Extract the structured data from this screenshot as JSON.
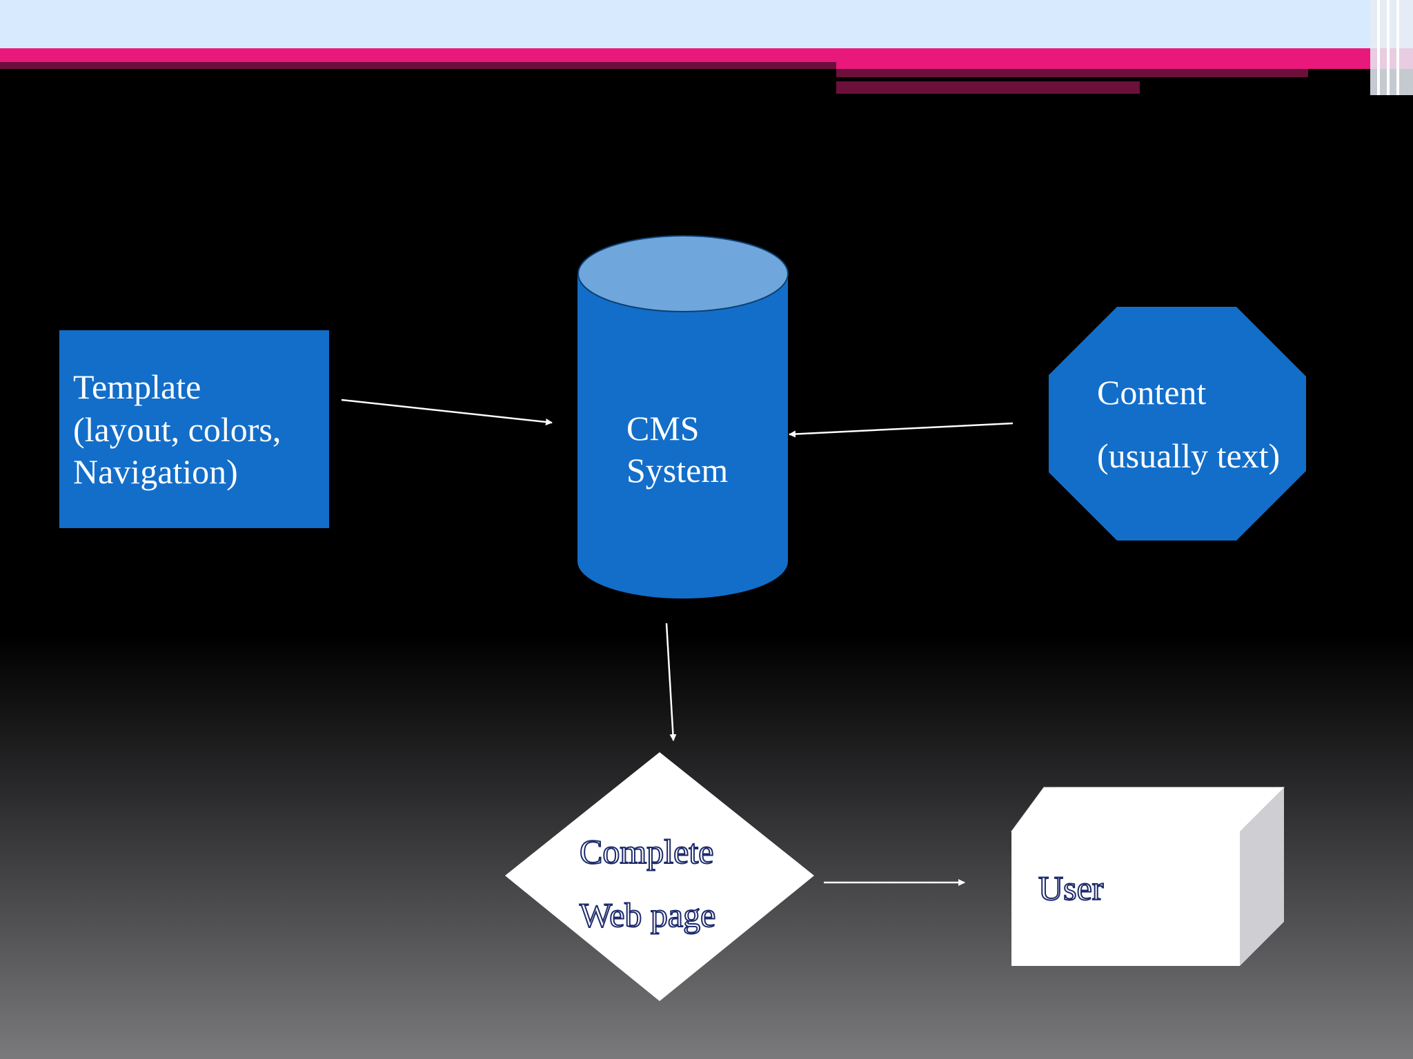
{
  "slide": {
    "colors": {
      "top_band": "#d8eafd",
      "magenta": "#e8197a",
      "maroon": "#6b0f3b",
      "node_blue": "#136ec9",
      "cylinder_top": "#6fa6dc",
      "white": "#ffffff",
      "cube_side": "#cfcfd3"
    }
  },
  "nodes": {
    "template": {
      "lines": [
        "Template",
        "(layout, colors,",
        "Navigation)"
      ]
    },
    "cms": {
      "lines": [
        "CMS",
        "System"
      ]
    },
    "content": {
      "line1": "Content",
      "line2": "(usually text)"
    },
    "webpage": {
      "line1": "Complete",
      "line2": "Web page"
    },
    "user": {
      "label": "User"
    }
  },
  "edges": [
    {
      "from": "template",
      "to": "cms"
    },
    {
      "from": "content",
      "to": "cms"
    },
    {
      "from": "cms",
      "to": "webpage"
    },
    {
      "from": "webpage",
      "to": "user"
    }
  ]
}
